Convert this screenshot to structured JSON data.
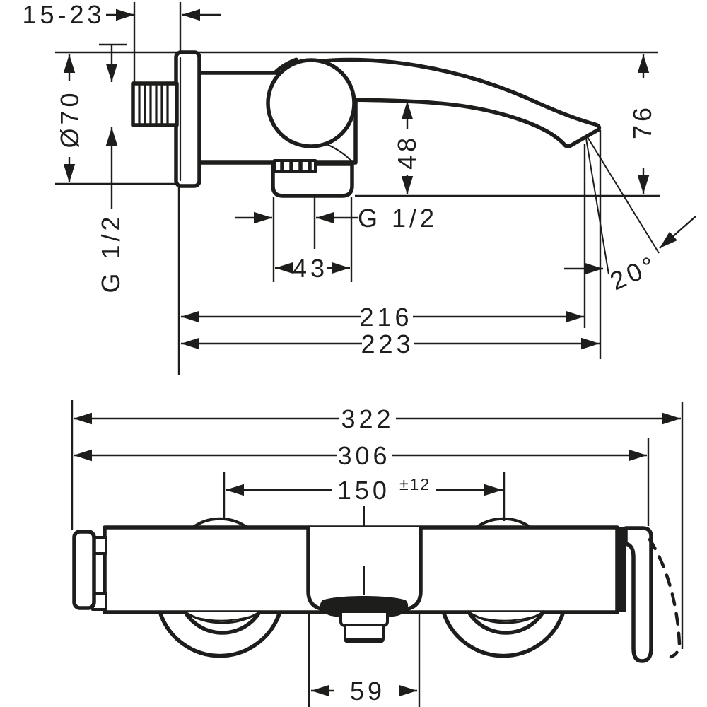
{
  "drawing": {
    "type": "technical-dimension-drawing",
    "views": {
      "top": "side-elevation",
      "bottom": "bottom-view"
    }
  },
  "dims": {
    "d15_23": {
      "label": "15-23"
    },
    "d70": {
      "label": "Ø70"
    },
    "g12_wall": {
      "label": "G 1/2"
    },
    "d48": {
      "label": "48"
    },
    "g12_outlet": {
      "label": "G 1/2"
    },
    "d43": {
      "label": "43"
    },
    "d216": {
      "label": "216"
    },
    "d223": {
      "label": "223"
    },
    "d76": {
      "label": "76"
    },
    "angle20": {
      "label": "20°"
    },
    "d322": {
      "label": "322"
    },
    "d306": {
      "label": "306"
    },
    "d150": {
      "label": "150",
      "tolerance": "±12"
    },
    "d59": {
      "label": "59"
    }
  },
  "colors": {
    "ink": "#1d1d1b",
    "background": "#ffffff"
  }
}
